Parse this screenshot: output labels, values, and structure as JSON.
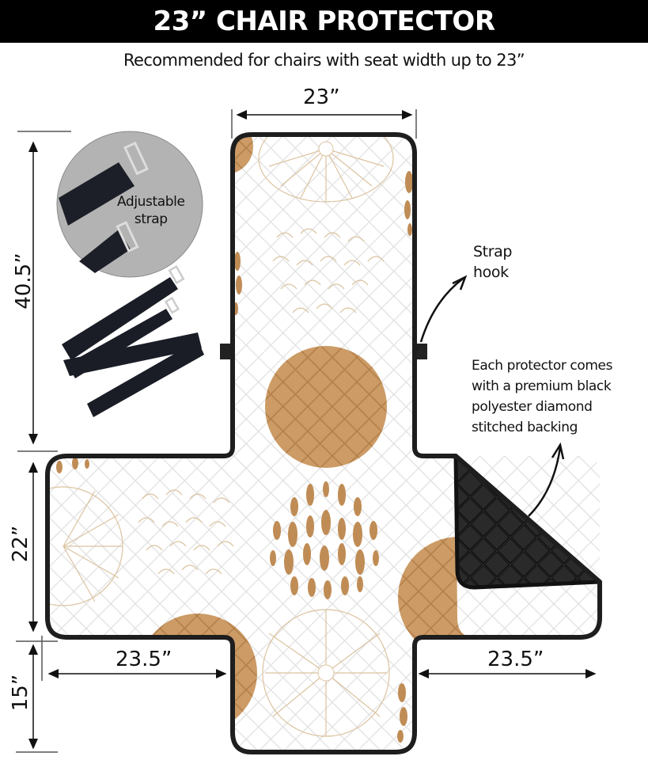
{
  "header": {
    "title": "23” CHAIR PROTECTOR",
    "subtitle": "Recommended for chairs with seat width up to 23”"
  },
  "dimensions": {
    "top_width": "23”",
    "back_height": "40.5”",
    "seat_height": "22”",
    "front_height": "15”",
    "left_arm_width": "23.5”",
    "right_arm_width": "23.5”"
  },
  "callouts": {
    "adjustable_strap": [
      "Adjustable",
      "strap"
    ],
    "strap_hook": [
      "Strap",
      "hook"
    ],
    "backing": [
      "Each protector comes",
      "with a premium black",
      "polyester diamond",
      "stitched backing"
    ]
  },
  "colors": {
    "banner": "#000000",
    "outline": "#1e1e1e",
    "quilt": "#f4f4f4",
    "accent_tan": "#c4915a",
    "line_tan": "#d8bf9c",
    "backing": "#1a1a1a",
    "strap_circle": "#b3b3b3"
  }
}
